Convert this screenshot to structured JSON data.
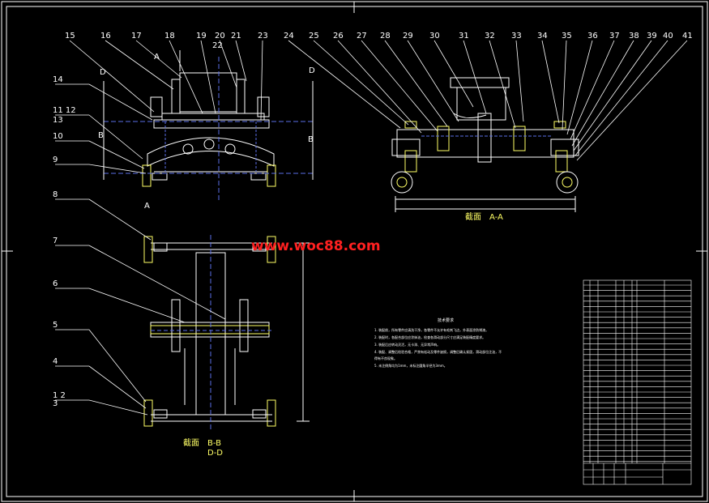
{
  "colors": {
    "background": "#000000",
    "outline": "#ffffff",
    "part": "#ffff66",
    "hidden": "#5a6ee6",
    "watermark": "#ff2020"
  },
  "watermark": "www.woc88.com",
  "callouts_top": [
    "15",
    "16",
    "17",
    "18",
    "19",
    "20",
    "21",
    "22",
    "23",
    "24",
    "25",
    "26",
    "27",
    "28",
    "29",
    "30",
    "31",
    "32",
    "33",
    "34",
    "35",
    "36",
    "37",
    "38",
    "39",
    "40",
    "41"
  ],
  "callouts_left_upper": [
    "14",
    "11 12",
    "13",
    "10",
    "9",
    "8"
  ],
  "callouts_left_lower": [
    "7",
    "6",
    "5",
    "4",
    "1 2",
    "3"
  ],
  "section_marks": {
    "a_top": "A",
    "a_bottom": "A",
    "b_left": "B",
    "b_right": "B",
    "d_left": "D",
    "d_right": "D"
  },
  "view_titles": {
    "section_prefix": "截面",
    "aa": "A-A",
    "bb": "B-B",
    "dd": "D-D"
  },
  "notes": {
    "title": "技术要求",
    "lines": [
      "1. 装配前，所有零件应清洗干净，各零件不允许有毛刺飞边，外表面涂防锈漆。",
      "2. 装配时，各配合部位应涂抹油，检查各滑动部分尺寸应满足装配精度要求。",
      "3. 装配后应转动灵活，无卡滞、无异常声响。",
      "4. 装配、调整后检验合格，严禁有松动及零件缺损，调整后确认紧固，滑动部位注油，不",
      "   得有不良现象。",
      "5. 未注倒角均为1mm，未标注圆角半径为3mm。"
    ]
  }
}
